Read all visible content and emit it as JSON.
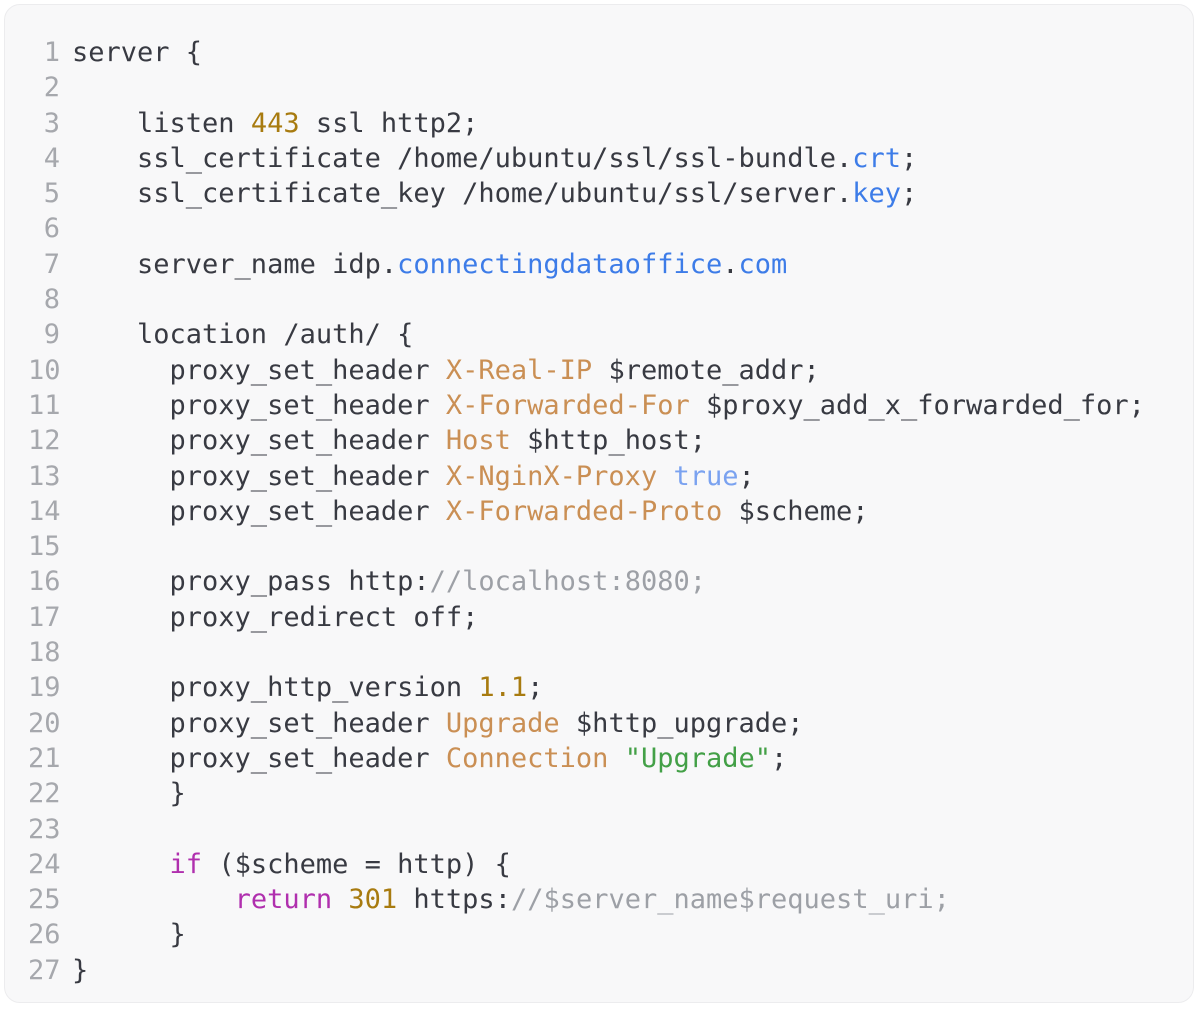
{
  "window": {
    "kind": "code-snippet-card",
    "language": "nginx-config",
    "background": "#f8f8f9",
    "line_count": 27
  },
  "colors": {
    "d": "#383a42",
    "n": "#a87b10",
    "h": "#ca8f54",
    "b": "#3d7ce8",
    "lb": "#7aa2f0",
    "g": "#43a047",
    "k": "#b02fae",
    "m": "#9da0a6",
    "line_number": "#a6a8ad"
  },
  "color_legend": {
    "d": "default-text",
    "n": "number-literal",
    "h": "header-name-orange",
    "b": "domain-extension-blue",
    "lb": "boolean-light-blue",
    "g": "string-green",
    "k": "keyword-magenta",
    "m": "muted-gray-url"
  },
  "code": {
    "plain_text": "server {\n\n    listen 443 ssl http2;\n    ssl_certificate /home/ubuntu/ssl/ssl-bundle.crt;\n    ssl_certificate_key /home/ubuntu/ssl/server.key;\n\n    server_name idp.connectingdataoffice.com\n\n    location /auth/ {\n      proxy_set_header X-Real-IP $remote_addr;\n      proxy_set_header X-Forwarded-For $proxy_add_x_forwarded_for;\n      proxy_set_header Host $http_host;\n      proxy_set_header X-NginX-Proxy true;\n      proxy_set_header X-Forwarded-Proto $scheme;\n\n      proxy_pass http://localhost:8080;\n      proxy_redirect off;\n\n      proxy_http_version 1.1;\n      proxy_set_header Upgrade $http_upgrade;\n      proxy_set_header Connection \"Upgrade\";\n      }\n\n      if ($scheme = http) {\n          return 301 https://$server_name$request_uri;\n      }\n}",
    "lines": [
      {
        "num": "1",
        "segs": [
          {
            "c": "d",
            "t": "server {"
          }
        ]
      },
      {
        "num": "2",
        "segs": []
      },
      {
        "num": "3",
        "segs": [
          {
            "c": "d",
            "t": "    listen "
          },
          {
            "c": "n",
            "t": "443"
          },
          {
            "c": "d",
            "t": " ssl http2;"
          }
        ]
      },
      {
        "num": "4",
        "segs": [
          {
            "c": "d",
            "t": "    ssl_certificate /home/ubuntu/ssl/ssl-bundle."
          },
          {
            "c": "b",
            "t": "crt"
          },
          {
            "c": "d",
            "t": ";"
          }
        ]
      },
      {
        "num": "5",
        "segs": [
          {
            "c": "d",
            "t": "    ssl_certificate_key /home/ubuntu/ssl/server."
          },
          {
            "c": "b",
            "t": "key"
          },
          {
            "c": "d",
            "t": ";"
          }
        ]
      },
      {
        "num": "6",
        "segs": []
      },
      {
        "num": "7",
        "segs": [
          {
            "c": "d",
            "t": "    server_name idp."
          },
          {
            "c": "b",
            "t": "connectingdataoffice"
          },
          {
            "c": "d",
            "t": "."
          },
          {
            "c": "b",
            "t": "com"
          }
        ]
      },
      {
        "num": "8",
        "segs": []
      },
      {
        "num": "9",
        "segs": [
          {
            "c": "d",
            "t": "    location /auth/ {"
          }
        ]
      },
      {
        "num": "10",
        "segs": [
          {
            "c": "d",
            "t": "      proxy_set_header "
          },
          {
            "c": "h",
            "t": "X-Real-IP"
          },
          {
            "c": "d",
            "t": " $remote_addr;"
          }
        ]
      },
      {
        "num": "11",
        "segs": [
          {
            "c": "d",
            "t": "      proxy_set_header "
          },
          {
            "c": "h",
            "t": "X-Forwarded-For"
          },
          {
            "c": "d",
            "t": " $proxy_add_x_forwarded_for;"
          }
        ]
      },
      {
        "num": "12",
        "segs": [
          {
            "c": "d",
            "t": "      proxy_set_header "
          },
          {
            "c": "h",
            "t": "Host"
          },
          {
            "c": "d",
            "t": " $http_host;"
          }
        ]
      },
      {
        "num": "13",
        "segs": [
          {
            "c": "d",
            "t": "      proxy_set_header "
          },
          {
            "c": "h",
            "t": "X-NginX-Proxy"
          },
          {
            "c": "d",
            "t": " "
          },
          {
            "c": "lb",
            "t": "true"
          },
          {
            "c": "d",
            "t": ";"
          }
        ]
      },
      {
        "num": "14",
        "segs": [
          {
            "c": "d",
            "t": "      proxy_set_header "
          },
          {
            "c": "h",
            "t": "X-Forwarded-Proto"
          },
          {
            "c": "d",
            "t": " $scheme;"
          }
        ]
      },
      {
        "num": "15",
        "segs": []
      },
      {
        "num": "16",
        "segs": [
          {
            "c": "d",
            "t": "      proxy_pass http:"
          },
          {
            "c": "m",
            "t": "//localhost:8080;"
          }
        ]
      },
      {
        "num": "17",
        "segs": [
          {
            "c": "d",
            "t": "      proxy_redirect off;"
          }
        ]
      },
      {
        "num": "18",
        "segs": []
      },
      {
        "num": "19",
        "segs": [
          {
            "c": "d",
            "t": "      proxy_http_version "
          },
          {
            "c": "n",
            "t": "1.1"
          },
          {
            "c": "d",
            "t": ";"
          }
        ]
      },
      {
        "num": "20",
        "segs": [
          {
            "c": "d",
            "t": "      proxy_set_header "
          },
          {
            "c": "h",
            "t": "Upgrade"
          },
          {
            "c": "d",
            "t": " $http_upgrade;"
          }
        ]
      },
      {
        "num": "21",
        "segs": [
          {
            "c": "d",
            "t": "      proxy_set_header "
          },
          {
            "c": "h",
            "t": "Connection"
          },
          {
            "c": "d",
            "t": " "
          },
          {
            "c": "g",
            "t": "\"Upgrade\""
          },
          {
            "c": "d",
            "t": ";"
          }
        ]
      },
      {
        "num": "22",
        "segs": [
          {
            "c": "d",
            "t": "      }"
          }
        ]
      },
      {
        "num": "23",
        "segs": []
      },
      {
        "num": "24",
        "segs": [
          {
            "c": "d",
            "t": "      "
          },
          {
            "c": "k",
            "t": "if"
          },
          {
            "c": "d",
            "t": " ($scheme = http) {"
          }
        ]
      },
      {
        "num": "25",
        "segs": [
          {
            "c": "d",
            "t": "          "
          },
          {
            "c": "k",
            "t": "return"
          },
          {
            "c": "d",
            "t": " "
          },
          {
            "c": "n",
            "t": "301"
          },
          {
            "c": "d",
            "t": " https:"
          },
          {
            "c": "m",
            "t": "//$server_name$request_uri;"
          }
        ]
      },
      {
        "num": "26",
        "segs": [
          {
            "c": "d",
            "t": "      }"
          }
        ]
      },
      {
        "num": "27",
        "segs": [
          {
            "c": "d",
            "t": "}"
          }
        ]
      }
    ]
  }
}
